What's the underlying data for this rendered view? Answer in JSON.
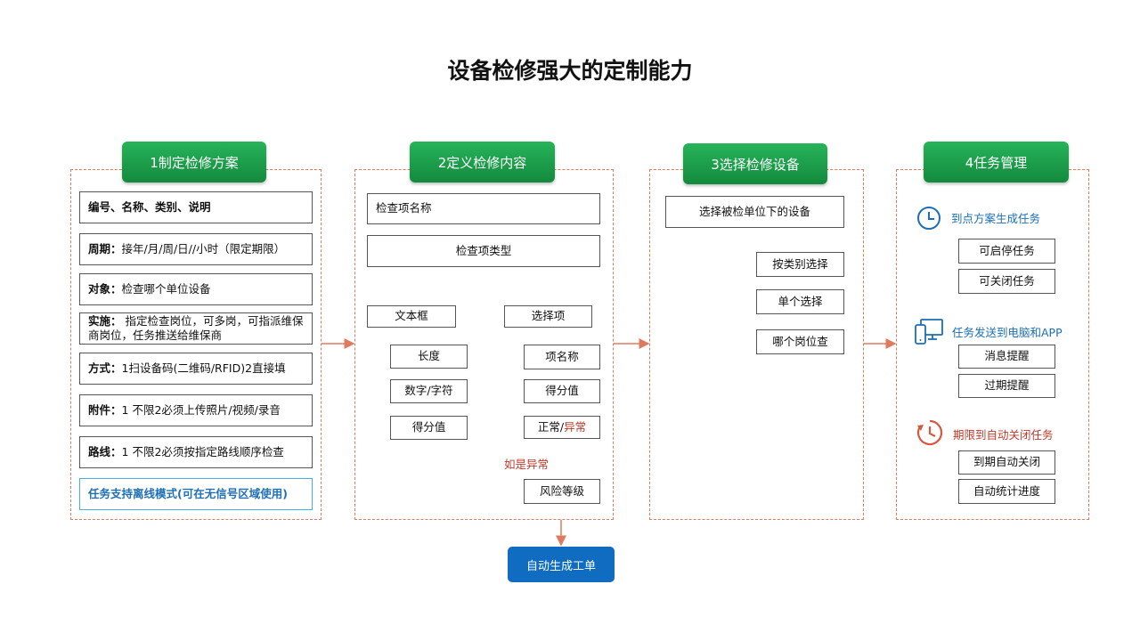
{
  "title": "设备检修强大的定制能力",
  "colors": {
    "header_green": "#1a9e4a",
    "dashed_border": "#e07a5f",
    "arrow": "#e07a5f",
    "auto_blue": "#0f6cc0"
  },
  "step1": {
    "header": "1制定检修方案",
    "rows": [
      {
        "label": "编号、名称、类别、说明",
        "text": ""
      },
      {
        "label": "周期：",
        "text": "接年/月/周/日//小时（限定期限）"
      },
      {
        "label": "对象：",
        "text": "检查哪个单位设备"
      },
      {
        "label": "实施：",
        "text": " 指定检查岗位，可多岗，可指派维保商岗位，任务推送给维保商"
      },
      {
        "label": "方式：",
        "text": " 1扫设备码(二维码/RFID)2直接填"
      },
      {
        "label": "附件：",
        "text": " 1 不限2必须上传照片/视频/录音"
      },
      {
        "label": "路线：",
        "text": " 1 不限2必须按指定路线顺序检查"
      }
    ],
    "highlight": "任务支持离线模式(可在无信号区域使用)"
  },
  "step2": {
    "header": "2定义检修内容",
    "item_name": "检查项名称",
    "item_type": "检查项类型",
    "textbox": "文本框",
    "textbox_children": [
      "长度",
      "数字/字符",
      "得分值"
    ],
    "select": "选择项",
    "select_children": [
      "项名称",
      "得分值"
    ],
    "normal": "正常/",
    "abnormal": "异常",
    "if_abnormal": "如是异常",
    "risk": "风险等级",
    "auto_order": "自动生成工单"
  },
  "step3": {
    "header": "3选择检修设备",
    "select_device": "选择被检单位下的设备",
    "options": [
      "按类别选择",
      "单个选择",
      "哪个岗位查"
    ]
  },
  "step4": {
    "header": "4任务管理",
    "groups": [
      {
        "icon": "clock-icon",
        "label": "到点方案生成任务",
        "items": [
          "可启停任务",
          "可关闭任务"
        ]
      },
      {
        "icon": "devices-icon",
        "label": "任务发送到电脑和APP",
        "items": [
          "消息提醒",
          "过期提醒"
        ]
      },
      {
        "icon": "timer-icon",
        "label": "期限到自动关闭任务",
        "items": [
          "到期自动关闭",
          "自动统计进度"
        ]
      }
    ]
  }
}
